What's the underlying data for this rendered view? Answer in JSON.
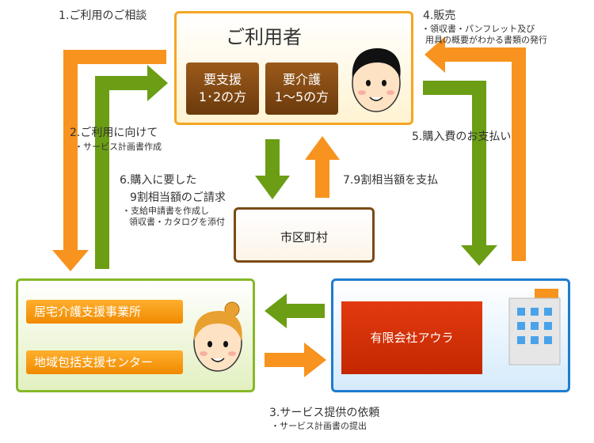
{
  "user_box": {
    "title": "ご利用者",
    "care_support": {
      "line1": "要支援",
      "line2": "1･2の方"
    },
    "care_nursing": {
      "line1": "要介護",
      "line2": "1～5の方"
    }
  },
  "city": {
    "label": "市区町村"
  },
  "office": {
    "item1": "居宅介護支援事業所",
    "item2": "地域包括支援センター"
  },
  "company": {
    "name": "有限会社アウラ"
  },
  "steps": {
    "s1": {
      "title": "1.ご利用のご相談"
    },
    "s2": {
      "title": "2.ご利用に向けて",
      "sub": "・サービス計画書作成"
    },
    "s3": {
      "title": "3.サービス提供の依頼",
      "sub": "・サービス計画書の提出"
    },
    "s4": {
      "title": "4.販売",
      "sub1": "・領収書・パンフレット及び",
      "sub2": "用具の概要がわかる書類の発行"
    },
    "s5": {
      "title": "5.購入費のお支払い"
    },
    "s6": {
      "title1": "6.購入に要した",
      "title2": "9割相当額のご請求",
      "sub1": "・支給申請書を作成し",
      "sub2": "領収書・カタログを添付"
    },
    "s7": {
      "title": "7.9割相当額を支払"
    }
  },
  "colors": {
    "orange": "#f7931e",
    "green": "#6b9e14",
    "blue": "#1e7cd0",
    "brown": "#7b4a16"
  },
  "icons": [
    "user-face-icon",
    "female-face-icon",
    "building-icon"
  ]
}
